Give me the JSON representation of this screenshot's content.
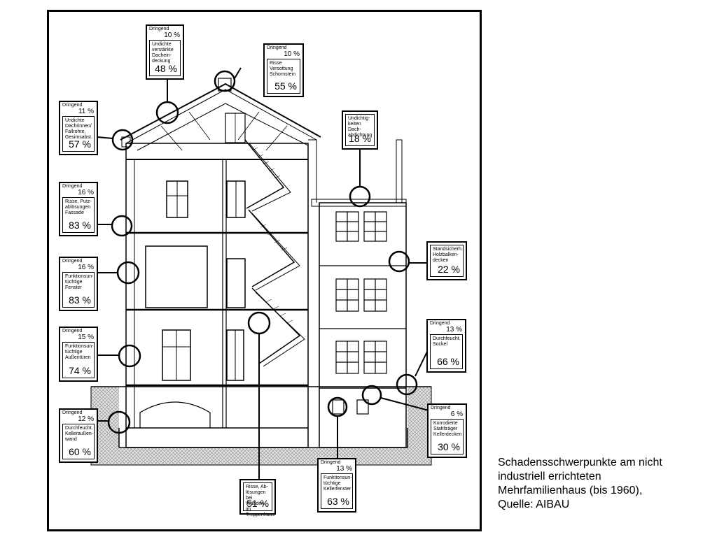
{
  "caption": "Schadensschwerpunkte am nicht\nindustriell errichteten\nMehrfamilienhaus (bis 1960),\nQuelle: AIBAU",
  "urgent_label": "Dringend",
  "callouts": {
    "roof_covering": {
      "urgent": "10 %",
      "desc": "Undichte\nverstärkte\nDachein-\ndeckung",
      "pct": "48 %"
    },
    "chimney": {
      "urgent": "10 %",
      "desc": "Risse\nVersottung\nSchornstein",
      "pct": "55 %"
    },
    "gutters": {
      "urgent": "11 %",
      "desc": "Undichte\nDachrinnen/\nFallrohre,\nGesimsabst.",
      "pct": "57 %"
    },
    "roof_seal": {
      "desc": "Undichtig-\nkeiten Dach-\nabdichtung",
      "pct": "18 %"
    },
    "facade": {
      "urgent": "16 %",
      "desc": "Risse, Putz-\nablösungen\nFassade",
      "pct": "83 %"
    },
    "timber_ceilings": {
      "desc": "Standsicherh.\nHolzbalken-\ndecken",
      "pct": "22 %"
    },
    "windows": {
      "urgent": "16 %",
      "desc": "Funktionsun-\ntüchtige\nFenster",
      "pct": "83 %"
    },
    "base": {
      "urgent": "13 %",
      "desc": "Durchfeucht.\nSockel",
      "pct": "66 %"
    },
    "exterior_doors": {
      "urgent": "15 %",
      "desc": "Funktionsun-\ntüchtige\nAußentüren",
      "pct": "74 %"
    },
    "cellar_walls": {
      "urgent": "12 %",
      "desc": "Durchfeucht.\nKelleraußen-\nwand",
      "pct": "60 %"
    },
    "cellar_ceilings": {
      "urgent": "6 %",
      "desc": "Korrodierte\nStahlträger\nKellerdecken",
      "pct": "30 %"
    },
    "cellar_windows": {
      "urgent": "13 %",
      "desc": "Funktionsun-\ntüchtige\nKellerfenster",
      "pct": "63 %"
    },
    "stair_walls": {
      "desc": "Risse, Ab-\nlösungen bei\nWänden im\nTreppenhaus",
      "pct": "51 %"
    }
  }
}
